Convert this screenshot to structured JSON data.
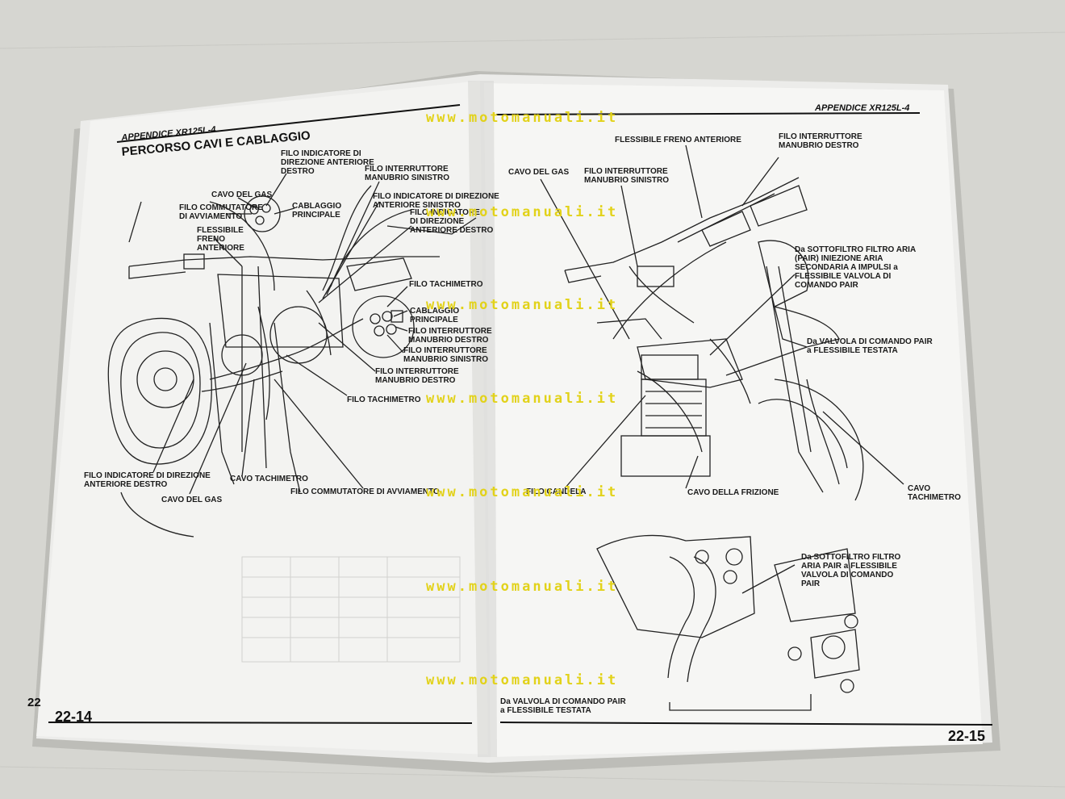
{
  "left_page": {
    "header": "APPENDICE XR125L-4",
    "title": "PERCORSO CAVI E CABLAGGIO",
    "page_number": "22-14",
    "edge_number": "22",
    "labels": [
      "FILO INDICATORE DI\nDIREZIONE ANTERIORE\nDESTRO",
      "CAVO DEL GAS",
      "FILO COMMUTATORE\nDI AVVIAMENTO",
      "CABLAGGIO\nPRINCIPALE",
      "FLESSIBILE\nFRENO\nANTERIORE",
      "FILO INTERRUTTORE\nMANUBRIO SINISTRO",
      "FILO INDICATORE DI DIREZIONE\nANTERIORE SINISTRO",
      "FILO INDICATORE\nDI DIREZIONE\nANTERIORE DESTRO",
      "FILO TACHIMETRO",
      "CABLAGGIO\nPRINCIPALE",
      "FILO INTERRUTTORE\nMANUBRIO DESTRO",
      "FILO INTERRUTTORE\nMANUBRIO SINISTRO",
      "FILO INTERRUTTORE\nMANUBRIO DESTRO",
      "FILO TACHIMETRO",
      "FILO INDICATORE DI DIREZIONE\nANTERIORE DESTRO",
      "CAVO TACHIMETRO",
      "CAVO DEL GAS",
      "FILO COMMUTATORE DI AVVIAMENTO"
    ]
  },
  "right_page": {
    "header": "APPENDICE XR125L-4",
    "page_number": "22-15",
    "labels": [
      "FLESSIBILE FRENO ANTERIORE",
      "FILO INTERRUTTORE\nMANUBRIO DESTRO",
      "CAVO DEL GAS",
      "FILO INTERRUTTORE\nMANUBRIO SINISTRO",
      "Da SOTTOFILTRO FILTRO ARIA\n(PAIR) INIEZIONE ARIA\nSECONDARIA A IMPULSI a\nFLESSIBILE VALVOLA DI\nCOMANDO PAIR",
      "Da VALVOLA DI COMANDO PAIR\na FLESSIBILE TESTATA",
      "FILO CANDELA",
      "CAVO DELLA FRIZIONE",
      "CAVO\nTACHIMETRO",
      "Da SOTTOFILTRO FILTRO\nARIA PAIR a FLESSIBILE\nVALVOLA DI COMANDO\nPAIR",
      "Da VALVOLA DI COMANDO PAIR\na FLESSIBILE TESTATA"
    ]
  },
  "watermark": "www.motomanuali.it",
  "colors": {
    "background": "#d9d9d4",
    "paper": "#f4f4f2",
    "ink": "#1a1a1a",
    "watermark": "#e2d21a"
  }
}
